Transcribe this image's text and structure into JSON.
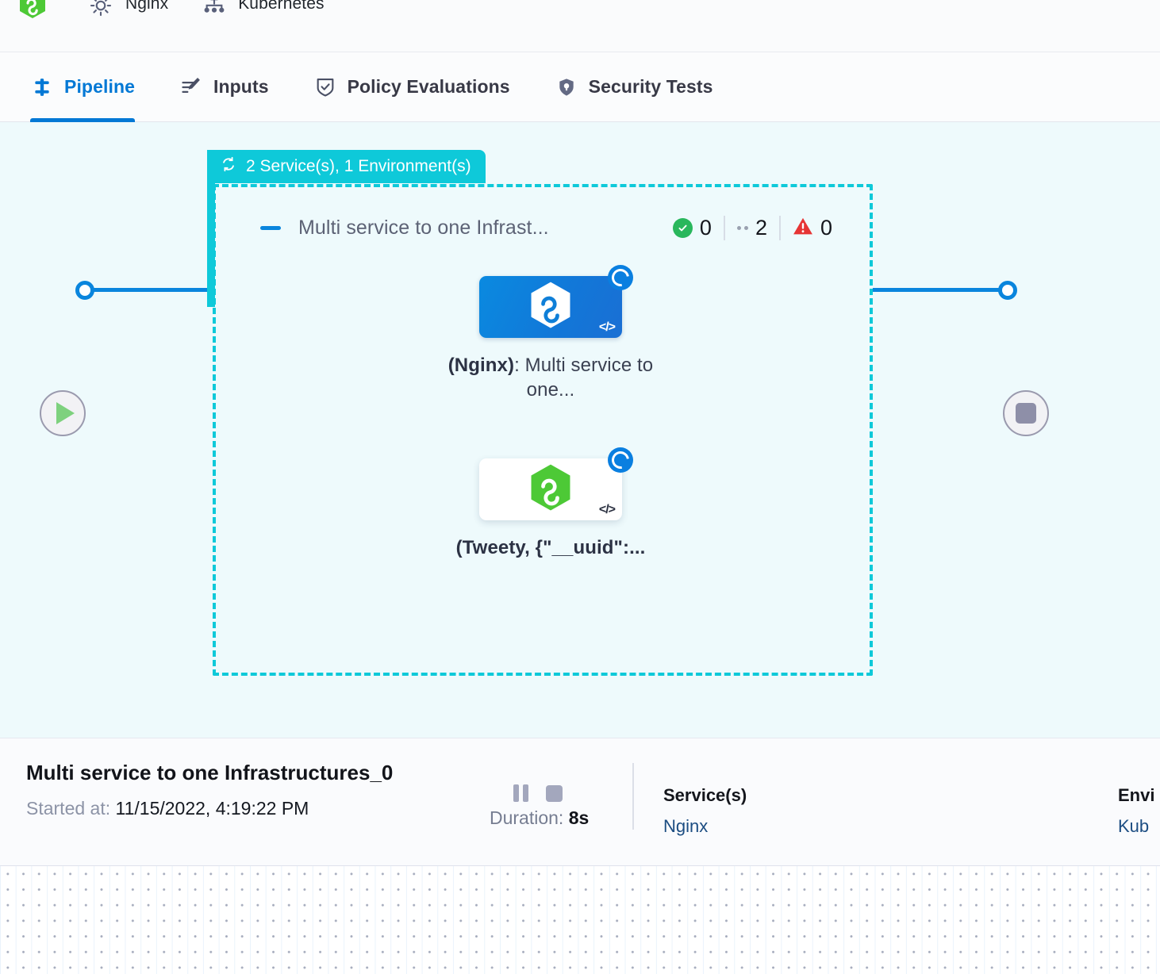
{
  "topbar": {
    "items": [
      {
        "icon": "harness-hexagon-logo",
        "label": ""
      },
      {
        "icon": "gear-icon",
        "label": "Nginx"
      },
      {
        "icon": "kubernetes-icon",
        "label": "Kubernetes"
      }
    ]
  },
  "tabs": [
    {
      "id": "pipeline",
      "label": "Pipeline",
      "icon": "pipeline-icon",
      "active": true
    },
    {
      "id": "inputs",
      "label": "Inputs",
      "icon": "inputs-icon",
      "active": false
    },
    {
      "id": "policy-evaluations",
      "label": "Policy Evaluations",
      "icon": "policy-shield-icon",
      "active": false
    },
    {
      "id": "security-tests",
      "label": "Security Tests",
      "icon": "security-shield-icon",
      "active": false
    }
  ],
  "graph": {
    "group": {
      "pill_label": "2 Service(s), 1 Environment(s)",
      "pill_icon": "loop-repeat-icon",
      "title": "Multi service to one Infrast...",
      "collapse_icon": "collapse-minus-icon",
      "counts": {
        "success_label": "0",
        "running_label": "2",
        "failed_label": "0"
      }
    },
    "nodes": [
      {
        "name_bold": "(Nginx)",
        "name_rest": ": Multi service to one...",
        "status": "running",
        "logo": "harness-hexagon-blue",
        "code_glyph": "</>"
      },
      {
        "name_bold": "(Tweety, {\"__uuid\":...",
        "name_rest": "",
        "status": "running",
        "logo": "harness-hexagon-green",
        "code_glyph": "</>"
      }
    ],
    "start_node_icon": "play-icon",
    "end_node_icon": "stop-icon"
  },
  "info": {
    "title": "Multi service to one Infrastructures_0",
    "started_label": "Started at:",
    "started_value": "11/15/2022, 4:19:22 PM",
    "duration_label": "Duration:",
    "duration_value": "8s",
    "pause_icon": "pause-icon",
    "stop_icon": "stop-icon",
    "services_heading": "Service(s)",
    "services_value": "Nginx",
    "environments_heading": "Envi",
    "environments_value": "Kub"
  },
  "colors": {
    "accent_blue": "#0278d5",
    "teal": "#0ec9d9",
    "success_green": "#29b75c",
    "error_red": "#e63535",
    "canvas_bg": "#eefafc"
  }
}
